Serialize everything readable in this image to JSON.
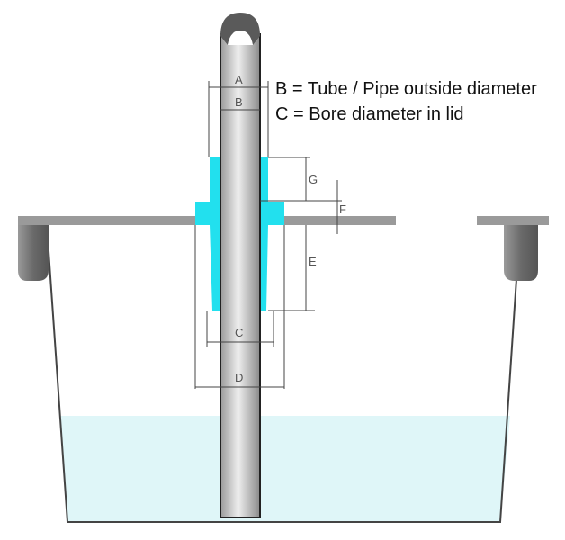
{
  "labels": {
    "A": "A",
    "B": "B",
    "C": "C",
    "D": "D",
    "E": "E",
    "F": "F",
    "G": "G"
  },
  "legend": {
    "line1": "B = Tube / Pipe outside diameter",
    "line2": "C = Bore diameter in lid"
  },
  "colors": {
    "bushing": "#22e0ee",
    "water": "#dff6f8",
    "lid": "#9a9a9a",
    "tube": "#c8c8c8"
  }
}
